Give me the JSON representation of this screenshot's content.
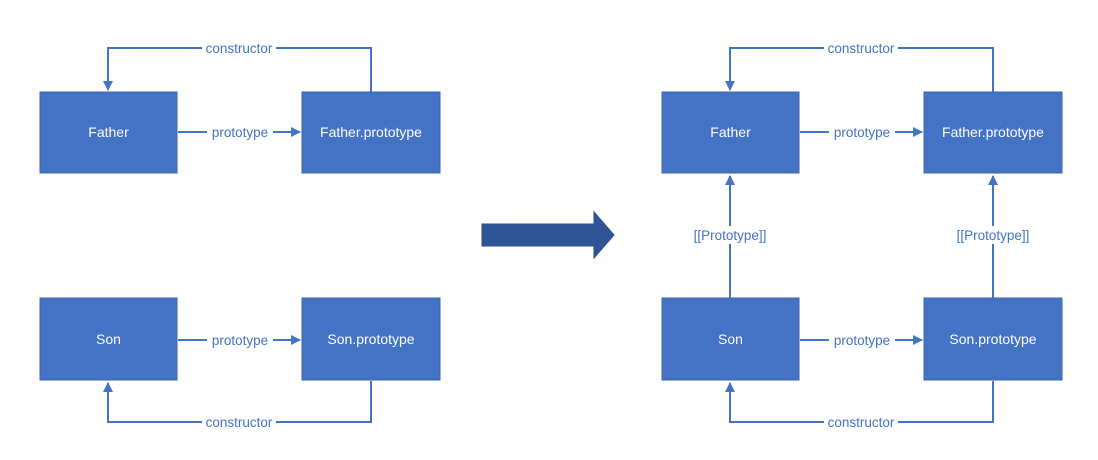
{
  "colors": {
    "box_fill": "#4472C4",
    "line": "#4472C4",
    "box_text": "#ffffff",
    "edge_text": "#4472C4",
    "big_arrow": "#2F5597"
  },
  "left": {
    "father": "Father",
    "father_prototype": "Father.prototype",
    "son": "Son",
    "son_prototype": "Son.prototype",
    "father_prototype_edge": "prototype",
    "father_constructor_edge": "constructor",
    "son_prototype_edge": "prototype",
    "son_constructor_edge": "constructor"
  },
  "right": {
    "father": "Father",
    "father_prototype": "Father.prototype",
    "son": "Son",
    "son_prototype": "Son.prototype",
    "father_prototype_edge": "prototype",
    "father_constructor_edge": "constructor",
    "son_prototype_edge": "prototype",
    "son_constructor_edge": "constructor",
    "son_proto_link": "[[Prototype]]",
    "son_prototype_proto_link": "[[Prototype]]"
  },
  "transition_arrow": "right-arrow-icon"
}
